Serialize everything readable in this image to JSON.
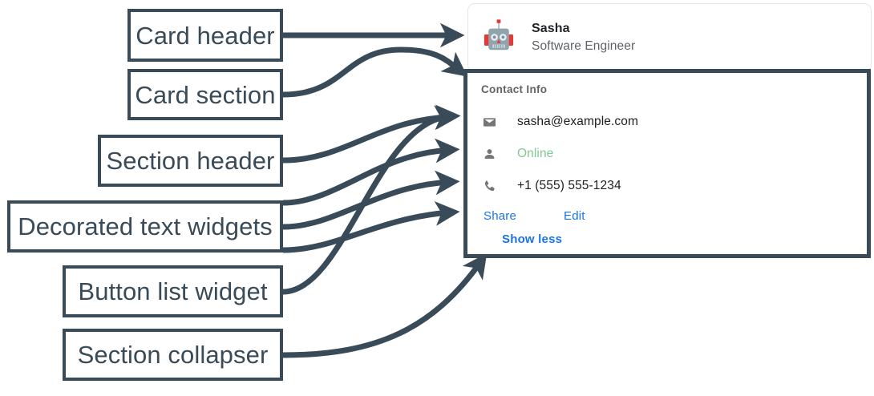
{
  "annotations": {
    "accent_color": "#394a58",
    "labels": [
      {
        "id": "card-header",
        "text": "Card header"
      },
      {
        "id": "card-section",
        "text": "Card section"
      },
      {
        "id": "section-header",
        "text": "Section header"
      },
      {
        "id": "decorated-text-widgets",
        "text": "Decorated text widgets"
      },
      {
        "id": "button-list-widget",
        "text": "Button list widget"
      },
      {
        "id": "section-collapser",
        "text": "Section collapser"
      }
    ]
  },
  "card": {
    "header": {
      "avatar_icon": "robot-avatar-icon",
      "title": "Sasha",
      "subtitle": "Software Engineer"
    },
    "section": {
      "header": "Contact Info",
      "rows": [
        {
          "icon": "email-icon",
          "text": "sasha@example.com",
          "color": "#202124"
        },
        {
          "icon": "person-icon",
          "text": "Online",
          "color": "#81c995"
        },
        {
          "icon": "phone-icon",
          "text": "+1 (555) 555-1234",
          "color": "#202124"
        }
      ],
      "buttons": [
        {
          "label": "Share"
        },
        {
          "label": "Edit"
        }
      ],
      "collapser": {
        "label": "Show less"
      }
    }
  },
  "colors": {
    "link": "#1a73e8",
    "online": "#81c995",
    "muted": "#5f6368",
    "text": "#202124",
    "annotation": "#394a58",
    "card_border": "#e4e6e8"
  }
}
